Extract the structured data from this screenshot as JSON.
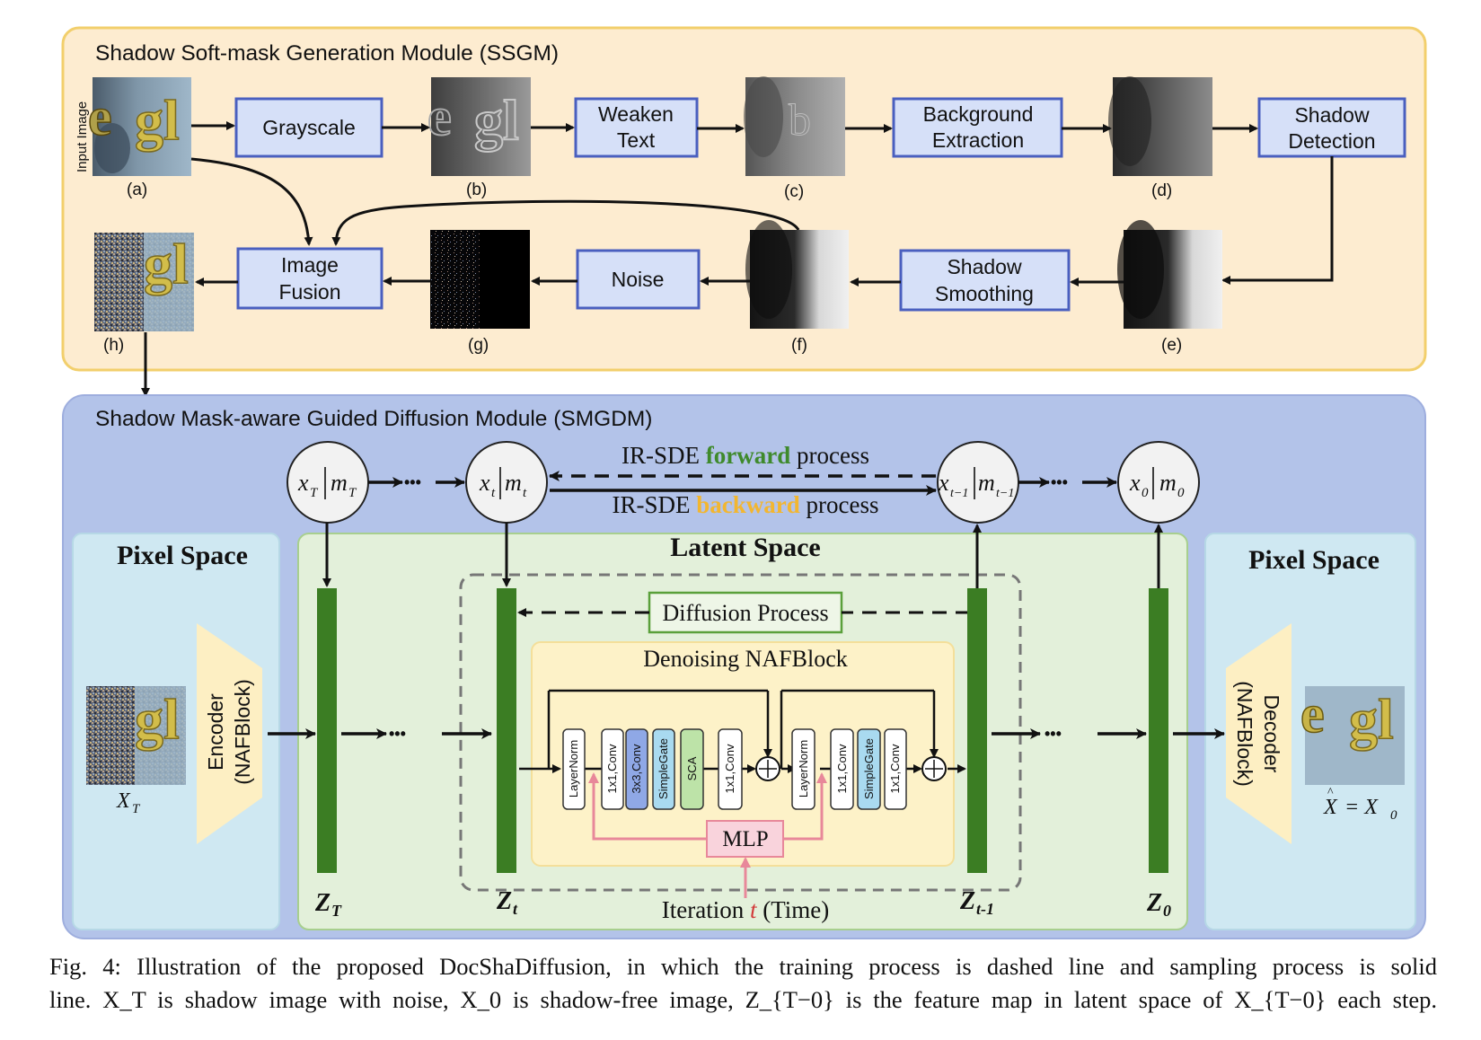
{
  "ssgm": {
    "title": "Shadow Soft-mask Generation Module (SSGM)",
    "input_label": "Input Image",
    "boxes": {
      "grayscale": "Grayscale",
      "weaken_1": "Weaken",
      "weaken_2": "Text",
      "background_1": "Background",
      "background_2": "Extraction",
      "shadow_det_1": "Shadow",
      "shadow_det_2": "Detection",
      "fusion_1": "Image",
      "fusion_2": "Fusion",
      "noise": "Noise",
      "smooth_1": "Shadow",
      "smooth_2": "Smoothing"
    },
    "image_labels": {
      "a": "(a)",
      "b": "(b)",
      "c": "(c)",
      "d": "(d)",
      "e": "(e)",
      "f": "(f)",
      "g": "(g)",
      "h": "(h)"
    },
    "image_text_gl": "gl"
  },
  "smgdm": {
    "title": "Shadow Mask-aware Guided Diffusion Module (SMGDM)",
    "forward_pre": "IR-SDE",
    "forward_word": "forward",
    "forward_post": "process",
    "backward_pre": "IR-SDE",
    "backward_word": "backward",
    "backward_post": "process",
    "nodes": {
      "xT": "x",
      "xT_sub": "T",
      "mT": "m",
      "mT_sub": "T",
      "xt": "x",
      "xt_sub": "t",
      "mt": "m",
      "mt_sub": "t",
      "xt1": "x",
      "xt1_sub": "t−1",
      "mt1": "m",
      "mt1_sub": "t−1",
      "x0": "x",
      "x0_sub": "0",
      "m0": "m",
      "m0_sub": "0"
    },
    "pixel_space_left": "Pixel Space",
    "pixel_space_right": "Pixel Space",
    "latent_space": "Latent Space",
    "encoder_1": "Encoder",
    "encoder_2": "(NAFBlock)",
    "decoder_1": "Decoder",
    "decoder_2": "(NAFBlock)",
    "xT_label": "X",
    "xT_label_sub": "T",
    "x0_label_left": "X",
    "x0_label_eq": "= X",
    "x0_label_sub": "0",
    "diffusion_process": "Diffusion Process",
    "denoising": "Denoising NAFBlock",
    "blocks": {
      "layernorm_1": "LayerNorm",
      "conv1x1_a": "1x1,Conv",
      "conv3x3": "3x3,Conv",
      "simplegate_1": "SimpleGate",
      "sca": "SCA",
      "conv1x1_b": "1x1,Conv",
      "layernorm_2": "LayerNorm",
      "conv1x1_c": "1x1,Conv",
      "simplegate_2": "SimpleGate",
      "conv1x1_d": "1x1,Conv"
    },
    "mlp": "MLP",
    "iteration_pre": "Iteration",
    "iteration_t": "t",
    "iteration_post": "(Time)",
    "z": {
      "zT": "Z",
      "zT_sub": "T",
      "zt": "Z",
      "zt_sub": "t",
      "zt1": "Z",
      "zt1_sub": "t-1",
      "z0": "Z",
      "z0_sub": "0"
    },
    "dots": "•••"
  },
  "caption": {
    "line1": "Fig. 4: Illustration of the proposed DocShaDiffusion, in which the training process is dashed line and sampling process is solid",
    "line2": "line. X_T is shadow image with noise, X_0 is shadow-free image, Z_{T−0} is the feature map in latent space of X_{T−0} each step."
  },
  "colors": {
    "ssgm_bg": "#fdecd0",
    "ssgm_border": "#f2cf6c",
    "smgdm_bg": "#b3c3e9",
    "pixel_bg": "#cfe8f2",
    "latent_bg": "#e3f0da",
    "green_bar": "#3b7d23",
    "process_box": "#d6e0f8",
    "process_border": "#4a5fbf",
    "forward": "#3f8a2c",
    "backward": "#f2b630",
    "mlp_pink": "#f5b8c4",
    "encoder_yellow": "#fdefc3"
  }
}
